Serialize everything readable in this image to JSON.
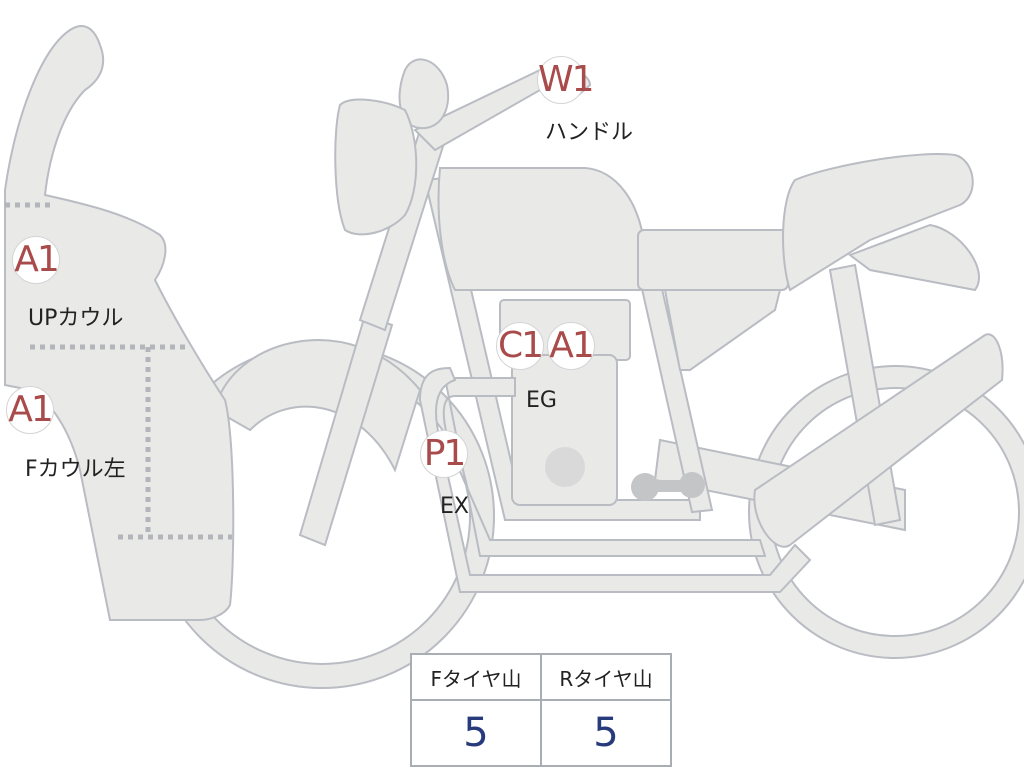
{
  "badges": {
    "handle_code": "W1",
    "up_cowl_code": "A1",
    "f_cowl_left_code": "A1",
    "engine_code_1": "C1",
    "engine_code_2": "A1",
    "exhaust_code": "P1"
  },
  "labels": {
    "handle": "ハンドル",
    "up_cowl": "UPカウル",
    "f_cowl_left": "Fカウル左",
    "engine": "EG",
    "exhaust": "EX"
  },
  "tire_table": {
    "front_header": "Fタイヤ山",
    "rear_header": "Rタイヤ山",
    "front_value": "5",
    "rear_value": "5"
  },
  "colors": {
    "part_fill": "#e9e9e8",
    "part_outline": "#b9bcc2",
    "badge_text": "#a84b4a",
    "value_text": "#273a7c"
  }
}
